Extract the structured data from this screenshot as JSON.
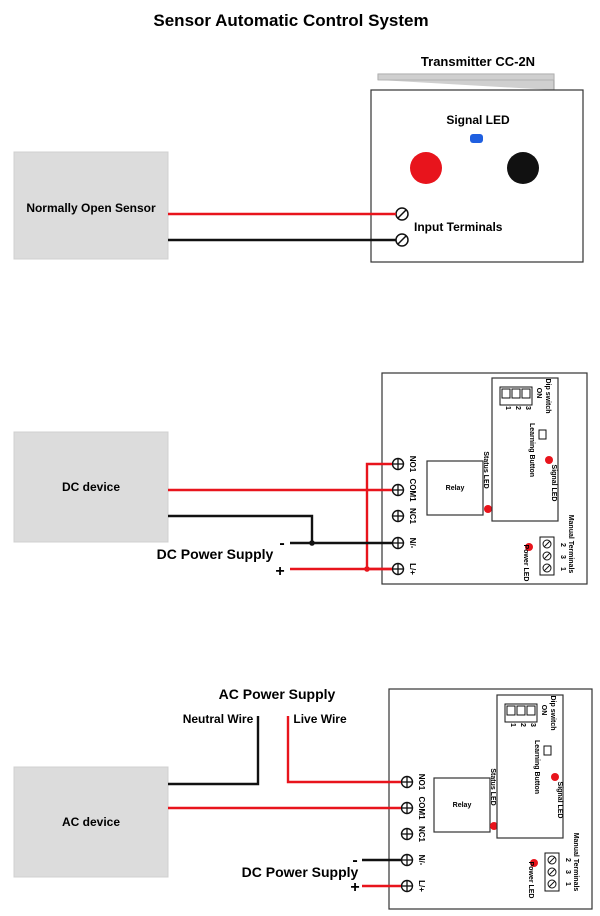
{
  "title": "Sensor Automatic Control System",
  "transmitter": {
    "name": "Transmitter CC-2N",
    "signal_led": "Signal LED",
    "input_terminals": "Input Terminals",
    "sensor_box": "Normally Open Sensor"
  },
  "receiver_dc": {
    "device_box": "DC device",
    "power_supply": "DC Power Supply",
    "minus": "-",
    "plus": "+"
  },
  "receiver_ac": {
    "device_box": "AC device",
    "ac_supply": "AC Power Supply",
    "neutral": "Neutral Wire",
    "live": "Live Wire",
    "power_supply": "DC Power Supply",
    "minus": "-",
    "plus": "+"
  },
  "module": {
    "terminals": [
      "NO1",
      "COM1",
      "NC1",
      "N/-",
      "L/+"
    ],
    "relay": "Relay",
    "status_led": "Status LED",
    "dip_switch": "Dip switch",
    "dip_on": "ON",
    "dip_numbers": [
      "1",
      "2",
      "3"
    ],
    "learning_button": "Learning Button",
    "signal_led": "Signal LED",
    "manual_terminals": "Manual Terminals",
    "manual_numbers": [
      "2",
      "3",
      "1"
    ],
    "power_led": "Power LED"
  },
  "colors": {
    "red_wire": "#e8141c",
    "black_wire": "#111111",
    "signal_led_blue": "#1f5fe0",
    "led_red": "#e8141c",
    "device_box_grey": "#dcdcdc"
  }
}
